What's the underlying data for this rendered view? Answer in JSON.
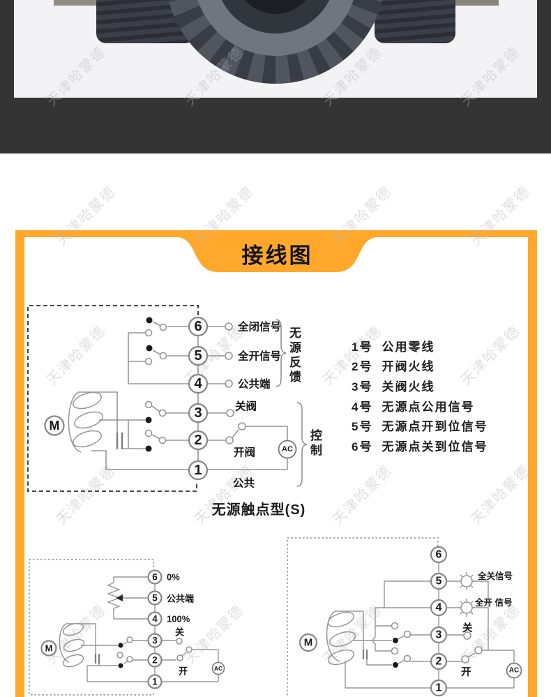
{
  "banner": {
    "title": "接线图"
  },
  "watermark": {
    "text": "天津哈蒙德"
  },
  "legend": {
    "items": [
      {
        "num": "1号",
        "label": "公用零线"
      },
      {
        "num": "2号",
        "label": "开阀火线"
      },
      {
        "num": "3号",
        "label": "关阀火线"
      },
      {
        "num": "4号",
        "label": "无源点公用信号"
      },
      {
        "num": "5号",
        "label": "无源点开到位信号"
      },
      {
        "num": "6号",
        "label": "无源点关到位信号"
      }
    ]
  },
  "diagram1": {
    "caption": "无源触点型(S)",
    "terminals": [
      "6",
      "5",
      "4",
      "3",
      "2",
      "1"
    ],
    "labels": {
      "t6": "全闭信号",
      "t5": "全开信号",
      "t4": "公共端",
      "t3": "关阀",
      "t2": "开阀",
      "t1": "公共"
    },
    "brace_feedback": "无源反馈",
    "brace_control": "控制",
    "motor": "M",
    "ac": "AC"
  },
  "diagram2": {
    "terminals": [
      "6",
      "5",
      "4",
      "3",
      "2",
      "1"
    ],
    "labels": {
      "t6": "0%",
      "t5": "公共端",
      "t4": "100%",
      "t3": "关",
      "t2": "开"
    },
    "motor": "M",
    "ac": "AC"
  },
  "diagram3": {
    "terminals": [
      "6",
      "5",
      "4",
      "3",
      "2",
      "1"
    ],
    "labels": {
      "t5": "全关信号",
      "t4": "全开 信号",
      "t3": "关",
      "t2": "开"
    },
    "motor": "M",
    "ac": "AC"
  },
  "colors": {
    "accent_orange": "#FFA82B",
    "band_dark": "#343434",
    "photo_bg": "#f3f3f5"
  }
}
